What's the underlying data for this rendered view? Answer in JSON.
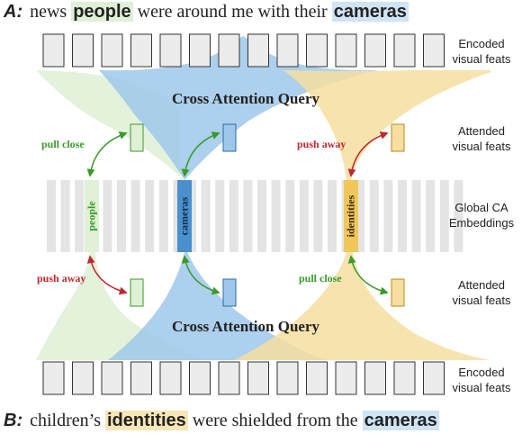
{
  "sentence_a": {
    "tag": "A:",
    "parts": [
      {
        "text": "news ",
        "hl": ""
      },
      {
        "text": "people",
        "hl": "green"
      },
      {
        "text": " were around me with their ",
        "hl": ""
      },
      {
        "text": "cameras",
        "hl": "blue"
      }
    ]
  },
  "sentence_b": {
    "tag": "B:",
    "parts": [
      {
        "text": "children’s ",
        "hl": ""
      },
      {
        "text": "identities",
        "hl": "yellow"
      },
      {
        "text": " were shielded from the ",
        "hl": ""
      },
      {
        "text": "cameras",
        "hl": "blue"
      }
    ]
  },
  "labels": {
    "encoded_top": "Encoded\nvisual feats",
    "attended_top": "Attended\nvisual feats",
    "global": "Global CA\nEmbeddings",
    "attended_bottom": "Attended\nvisual feats",
    "encoded_bottom": "Encoded\nvisual feats"
  },
  "cross_attention_query": "Cross Attention Query",
  "tokens": {
    "people": "people",
    "cameras": "cameras",
    "identities": "identities"
  },
  "arrows": {
    "top_left": "pull close",
    "top_right": "push away",
    "bottom_left": "push away",
    "bottom_right": "pull close"
  },
  "colors": {
    "green_fill": "#dff0d6",
    "blue_fill": "#9ec8ea",
    "yellow_fill": "#f6dea0",
    "green_stroke": "#3a9a2a",
    "red_stroke": "#c0272d"
  }
}
